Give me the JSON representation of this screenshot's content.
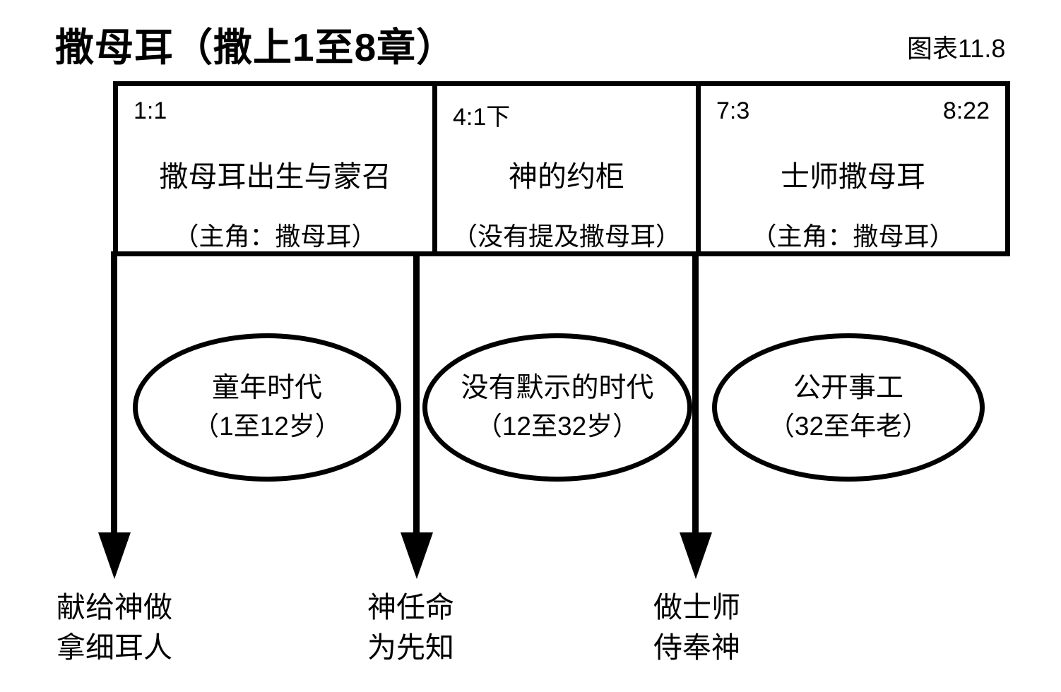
{
  "page": {
    "title": "撒母耳（撒上1至8章）",
    "figure_label": "图表11.8"
  },
  "table": {
    "columns": [
      {
        "verse_left": "1:1",
        "title": "撒母耳出生与蒙召",
        "subtitle": "（主角：撒母耳）"
      },
      {
        "verse_left": "4:1下",
        "title": "神的约柜",
        "subtitle": "（没有提及撒母耳）"
      },
      {
        "verse_left": "7:3",
        "verse_right": "8:22",
        "title": "士师撒母耳",
        "subtitle": "（主角：撒母耳）"
      }
    ]
  },
  "ellipses": [
    {
      "line1": "童年时代",
      "line2": "（1至12岁）"
    },
    {
      "line1": "没有默示的时代",
      "line2": "（12至32岁）"
    },
    {
      "line1": "公开事工",
      "line2": "（32至年老）"
    }
  ],
  "arrow_labels": [
    {
      "line1": "献给神做",
      "line2": "拿细耳人"
    },
    {
      "line1": "神任命",
      "line2": "为先知"
    },
    {
      "line1": "做士师",
      "line2": "侍奉神"
    }
  ],
  "colors": {
    "ink": "#000000",
    "background": "#ffffff"
  }
}
